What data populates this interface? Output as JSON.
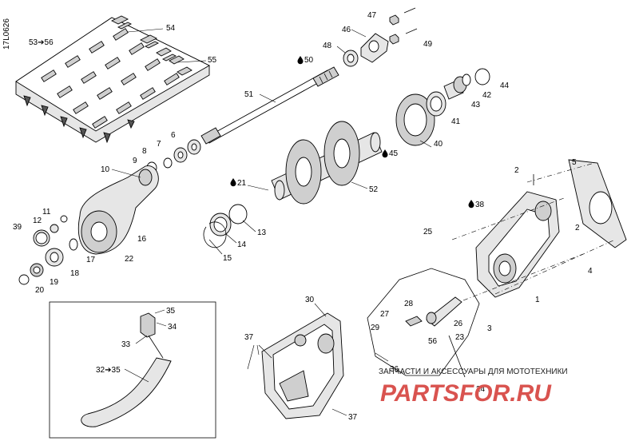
{
  "drawing_id": "17L0626",
  "watermark": {
    "line1": "ЗАПЧАСТИ И АКСЕССУАРЫ ДЛЯ МОТОТЕХНИКИ",
    "logo": "PARTSFOR.RU",
    "logo_color": "#d9534f",
    "text_color": "#222222"
  },
  "oil_icon": "oil-drop-icon",
  "labels": {
    "l1": "1",
    "l2a": "2",
    "l2b": "2",
    "l3": "3",
    "l4": "4",
    "l5": "5",
    "l6": "6",
    "l7": "7",
    "l8": "8",
    "l9": "9",
    "l10": "10",
    "l11": "11",
    "l12": "12",
    "l13": "13",
    "l14": "14",
    "l15": "15",
    "l16": "16",
    "l17": "17",
    "l18": "18",
    "l19": "19",
    "l20": "20",
    "l21": "21",
    "l22": "22",
    "l23": "23",
    "l24": "24",
    "l25": "25",
    "l26": "26",
    "l27": "27",
    "l28": "28",
    "l29": "29",
    "l30": "30",
    "l32_35": "32➔35",
    "l33": "33",
    "l34": "34",
    "l35": "35",
    "l36": "36",
    "l37a": "37",
    "l37b": "37",
    "l38": "38",
    "l39": "39",
    "l40": "40",
    "l41": "41",
    "l42": "42",
    "l43": "43",
    "l44": "44",
    "l45": "45",
    "l46": "46",
    "l47": "47",
    "l48": "48",
    "l49": "49",
    "l50": "50",
    "l51": "51",
    "l52": "52",
    "l53_56": "53➔56",
    "l54": "54",
    "l55": "55",
    "l56": "56"
  }
}
